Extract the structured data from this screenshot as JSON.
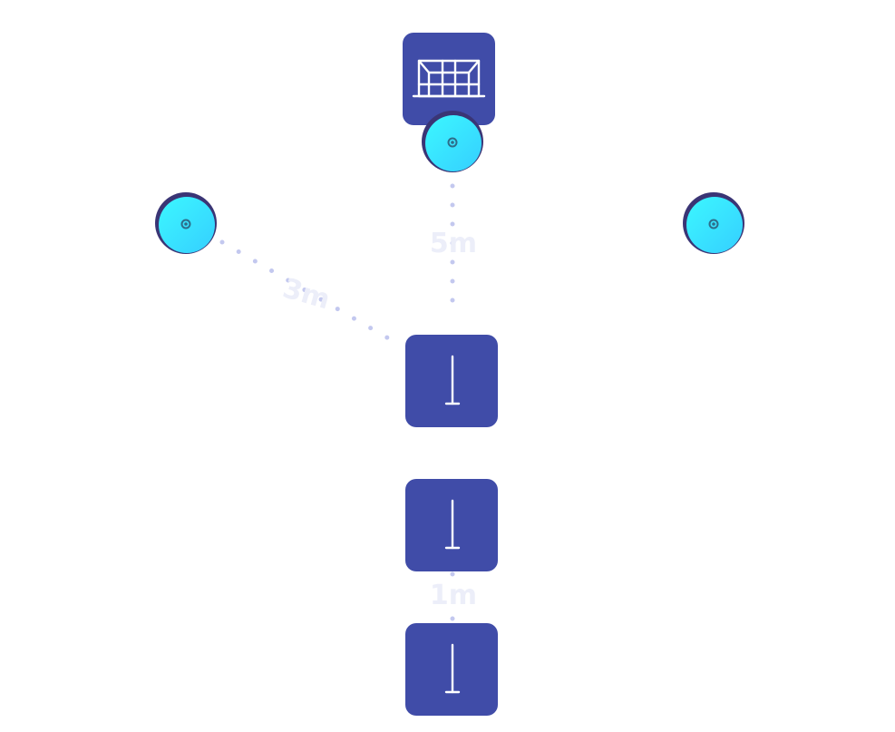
{
  "diagram": {
    "distances": [
      {
        "id": "goal-to-cone",
        "label": "5m"
      },
      {
        "id": "left-player-to-cone",
        "label": "3m"
      },
      {
        "id": "cone-to-cone",
        "label": "1m"
      }
    ],
    "icons": {
      "goal": "goal-icon",
      "pole": "pole-icon",
      "player": "player-marker-icon"
    },
    "colors": {
      "tile": "#404ca8",
      "player_face": "#38f0ff",
      "player_rim": "#3a3575",
      "dotted_line": "#c3c8ef",
      "label": "#eceef9"
    }
  }
}
